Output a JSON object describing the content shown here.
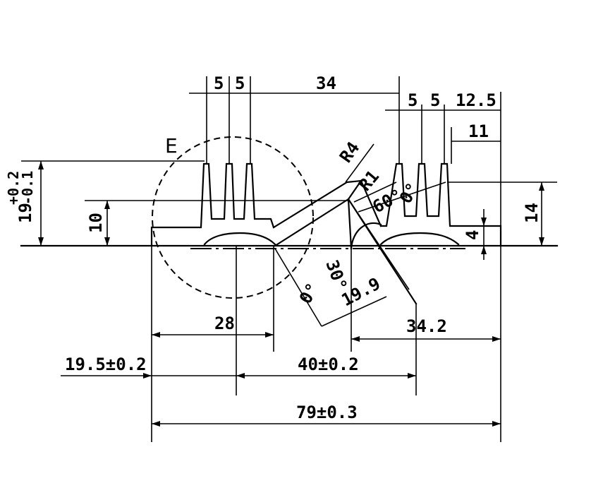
{
  "detail_marker": "E",
  "dimensions": {
    "fin_width_1": "5",
    "fin_width_2": "5",
    "fin_gap_34": "34",
    "fin_width_3": "5",
    "fin_width_4": "5",
    "edge_12_5": "12.5",
    "edge_11": "11",
    "radius_r4": "R4",
    "radius_r1": "R1",
    "angle_60": "60°",
    "angle_0": "0°",
    "angle_30": "30°",
    "angle_0b": "0°",
    "length_19_9": "19.9",
    "height_19_main": "19",
    "height_19_tol_upper": "+0.2",
    "height_19_tol_lower": "-0.1",
    "height_10": "10",
    "height_14": "14",
    "height_4": "4",
    "width_28": "28",
    "width_34_2": "34.2",
    "width_19_5": "19.5±0.2",
    "width_40": "40±0.2",
    "width_79": "79±0.3"
  }
}
